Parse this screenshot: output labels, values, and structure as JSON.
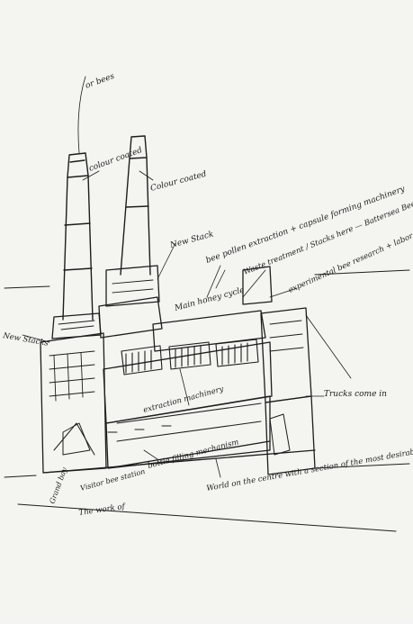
{
  "annotations": {
    "top_bee": "or bees",
    "colour_coated": "colour coated",
    "colour_coated_2": "Colour coated",
    "new_stack": "New Stack",
    "bee_pollen": "bee pollen extraction + capsule forming machinery",
    "waste_treatment": "Waste treatment / Stacks here — Battersea Bee's Wax",
    "experimental": "experimental bee research + laboratory for extracting",
    "main_honey": "Main honey cycle",
    "new_stacks": "New Stacks",
    "extraction_machinery": "extraction machinery",
    "bottle_filling": "bottle filling mechanism",
    "trucks": "Trucks come in",
    "grand_bay": "Grand bay",
    "visitor_station": "Visitor bee station",
    "the_work_of": "The work of",
    "world_centre": "World on the centre with a section of the most desirable lavender species"
  },
  "colors": {
    "paper": "#f4f4f1",
    "ink": "#1d1d1d"
  }
}
